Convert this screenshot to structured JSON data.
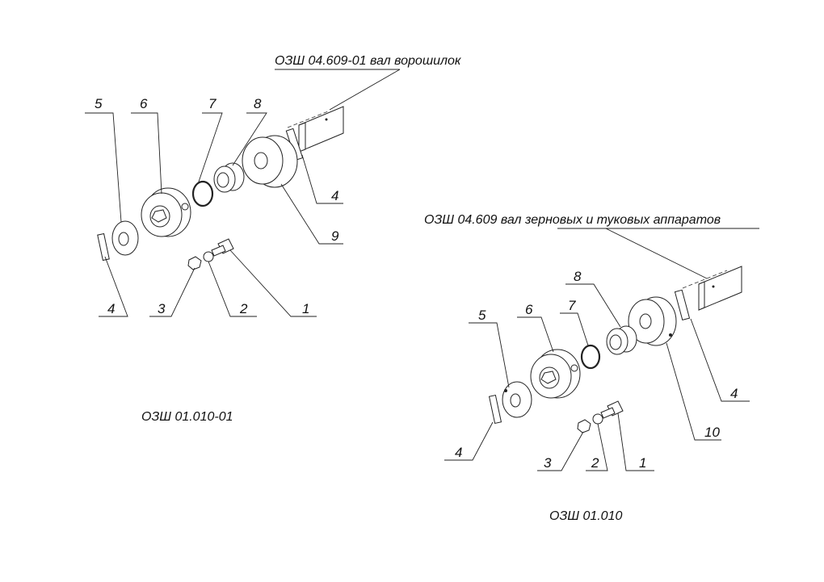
{
  "assembly_left": {
    "shaft_title": "ОЗШ 04.609-01 вал ворошилок",
    "caption": "ОЗШ 01.010-01",
    "callouts": [
      "5",
      "6",
      "7",
      "8",
      "4",
      "9",
      "4",
      "3",
      "2",
      "1"
    ]
  },
  "assembly_right": {
    "shaft_title": "ОЗШ 04.609 вал зерновых и туковых аппаратов",
    "caption": "ОЗШ 01.010",
    "callouts": [
      "8",
      "7",
      "6",
      "5",
      "4",
      "10",
      "4",
      "3",
      "2",
      "1"
    ]
  }
}
